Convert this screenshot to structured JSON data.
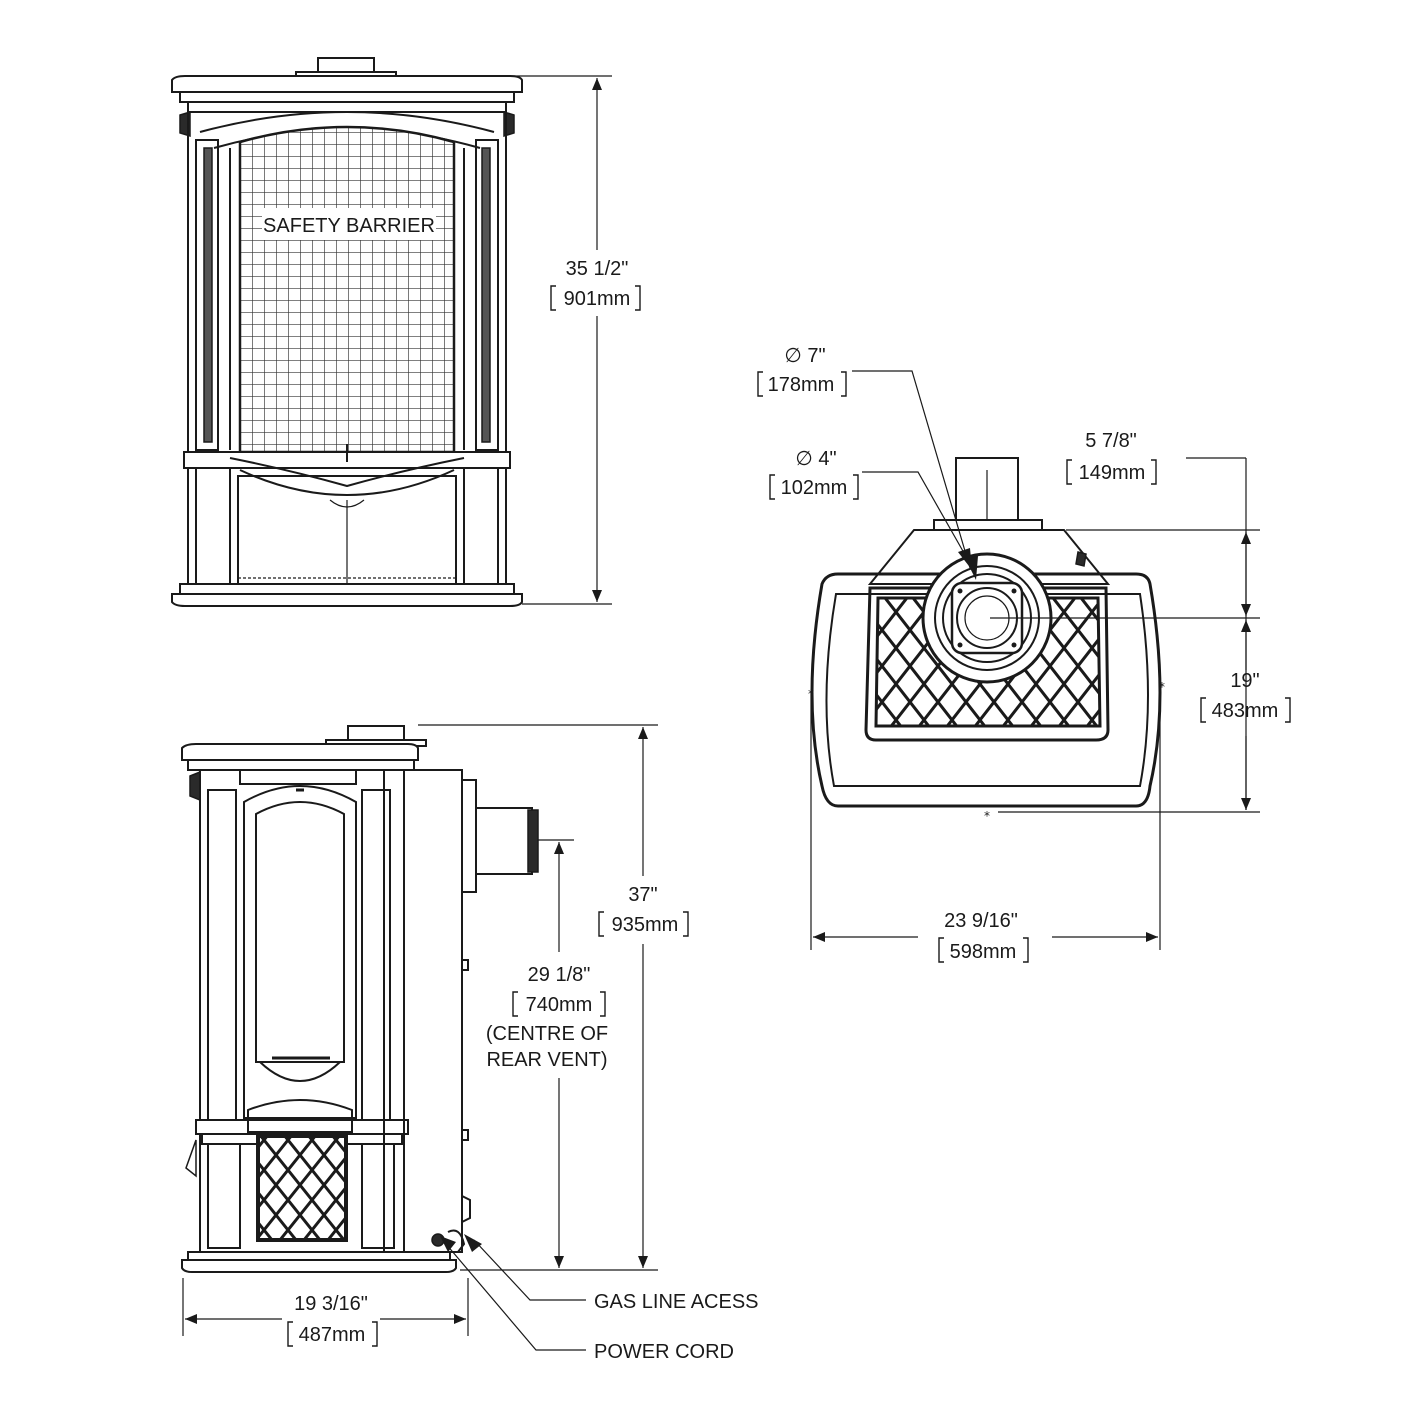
{
  "front_view": {
    "barrier_label": "SAFETY BARRIER",
    "height_in": "35 1/2\"",
    "height_mm": "901mm"
  },
  "side_view": {
    "height_in": "37\"",
    "height_mm": "935mm",
    "vent_height_in": "29 1/8\"",
    "vent_height_mm": "740mm",
    "vent_note_1": "(CENTRE OF",
    "vent_note_2": "REAR VENT)",
    "depth_in": "19 3/16\"",
    "depth_mm": "487mm",
    "callout_gas": "GAS LINE ACESS",
    "callout_power": "POWER CORD"
  },
  "top_view": {
    "outer_diameter_in": "∅ 7\"",
    "outer_diameter_mm": "178mm",
    "inner_diameter_in": "∅ 4\"",
    "inner_diameter_mm": "102mm",
    "vent_offset_in": "5 7/8\"",
    "vent_offset_mm": "149mm",
    "depth_in": "19\"",
    "depth_mm": "483mm",
    "width_in": "23 9/16\"",
    "width_mm": "598mm"
  }
}
